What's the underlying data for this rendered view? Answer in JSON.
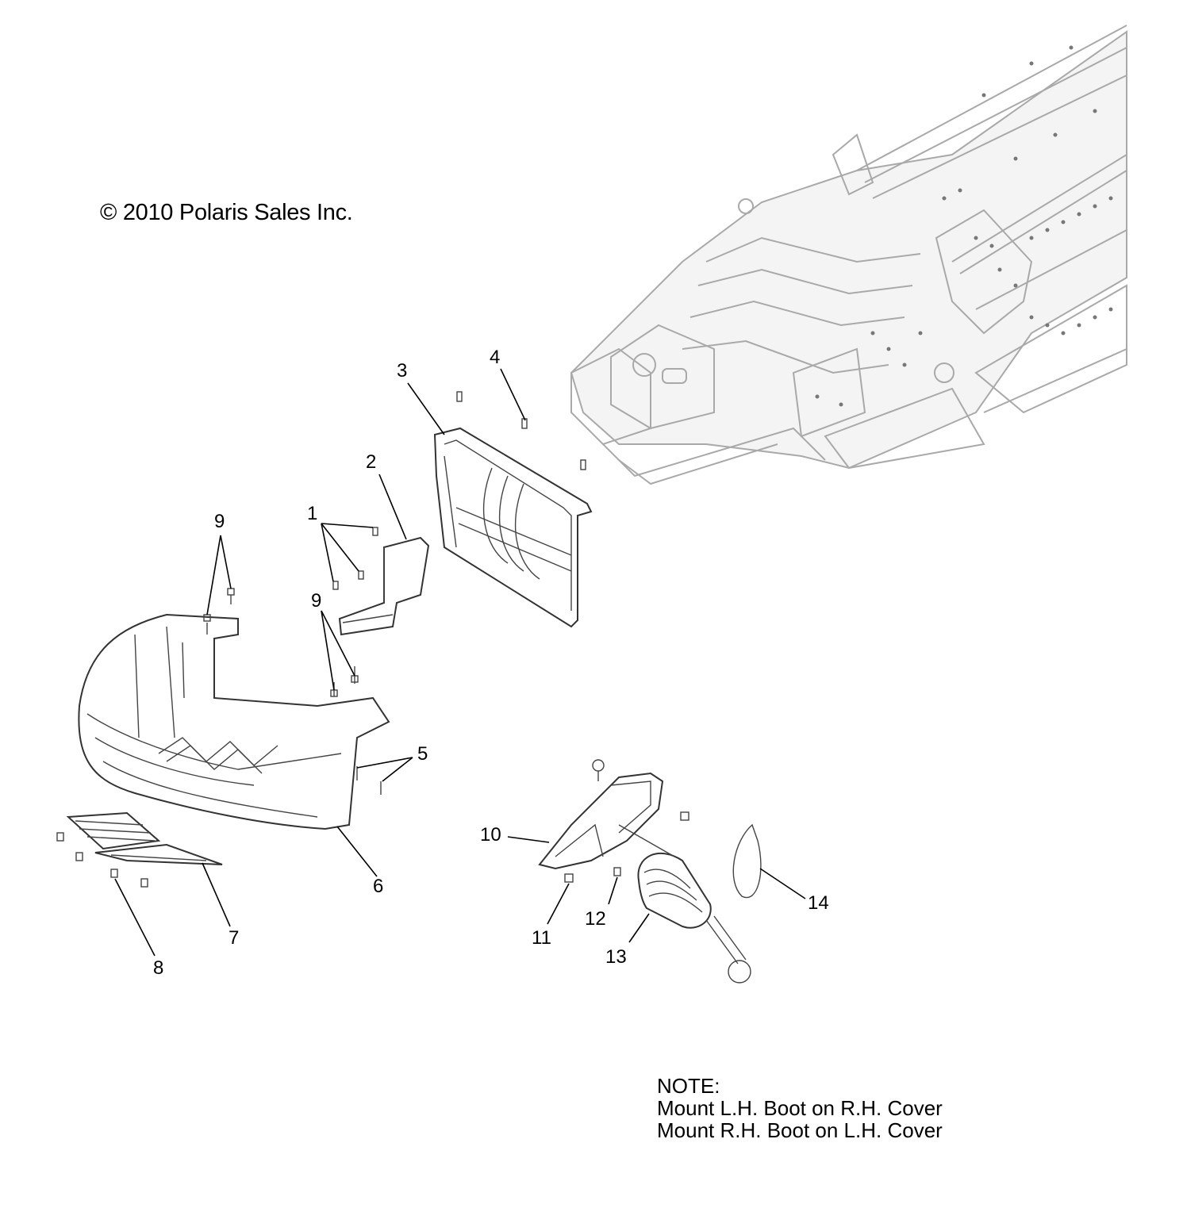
{
  "copyright": "© 2010 Polaris Sales Inc.",
  "note": {
    "heading": "NOTE:",
    "lines": [
      "Mount L.H. Boot on R.H. Cover",
      "Mount R.H. Boot on L.H. Cover"
    ]
  },
  "callouts": [
    {
      "id": "1",
      "label": "1"
    },
    {
      "id": "2",
      "label": "2"
    },
    {
      "id": "3",
      "label": "3"
    },
    {
      "id": "4",
      "label": "4"
    },
    {
      "id": "5",
      "label": "5"
    },
    {
      "id": "6",
      "label": "6"
    },
    {
      "id": "7",
      "label": "7"
    },
    {
      "id": "8",
      "label": "8"
    },
    {
      "id": "9a",
      "label": "9"
    },
    {
      "id": "9b",
      "label": "9"
    },
    {
      "id": "10",
      "label": "10"
    },
    {
      "id": "11",
      "label": "11"
    },
    {
      "id": "12",
      "label": "12"
    },
    {
      "id": "13",
      "label": "13"
    },
    {
      "id": "14",
      "label": "14"
    }
  ]
}
